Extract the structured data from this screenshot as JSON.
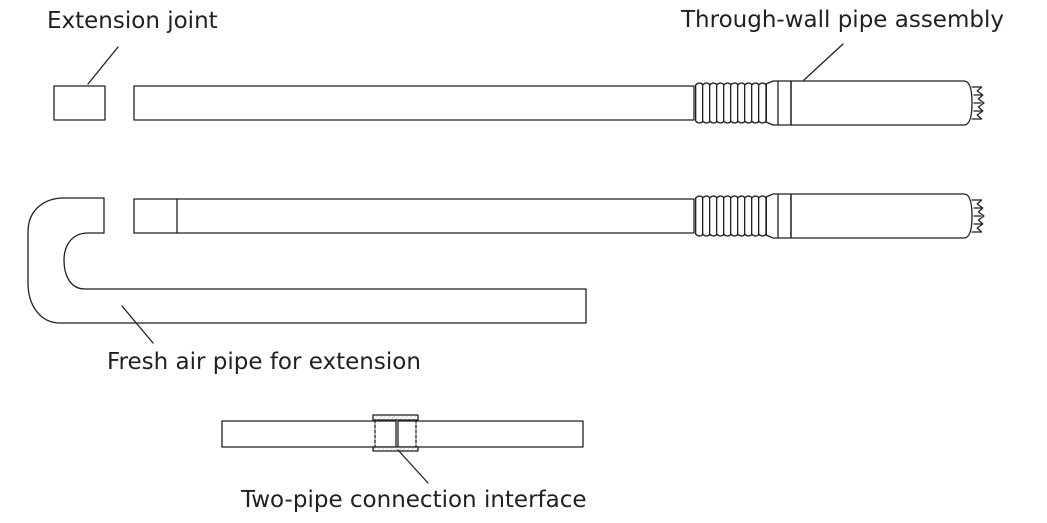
{
  "labels": {
    "extension_joint": "Extension joint",
    "through_wall_pipe_assembly": "Through-wall pipe assembly",
    "fresh_air_pipe_for_extension": "Fresh air pipe for extension",
    "two_pipe_connection_interface": "Two-pipe connection interface"
  },
  "colors": {
    "line": "#231f20",
    "background": "#ffffff",
    "sleeve_hatch": "#b9b9b9"
  },
  "parts": {
    "thread_ridges_per_assembly": 10
  }
}
